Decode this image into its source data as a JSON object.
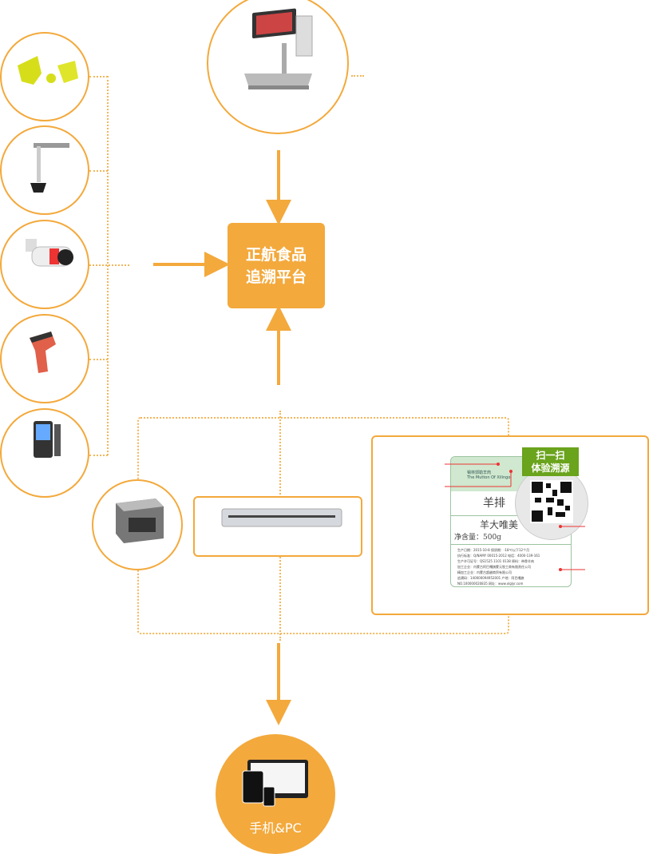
{
  "colors": {
    "accent": "#f3a93c",
    "label_green": "#6aa31c"
  },
  "platform": {
    "line1": "正航食品",
    "line2": "追溯平台"
  },
  "devices": {
    "top": {
      "icon": "weighing-scale-icon"
    },
    "left": [
      {
        "icon": "ear-tag-icon"
      },
      {
        "icon": "document-camera-icon"
      },
      {
        "icon": "surveillance-camera-icon"
      },
      {
        "icon": "barcode-scanner-icon"
      },
      {
        "icon": "handheld-terminal-icon"
      }
    ],
    "printer": {
      "icon": "label-printer-icon"
    },
    "scanner": {
      "icon": "flatbed-scanner-icon"
    }
  },
  "label": {
    "scan_banner_line1": "扫一扫",
    "scan_banner_line2": "体验溯源",
    "brand": "锡林郭勒羊肉",
    "brand_en": "The Mutton Of Xilingol",
    "product": "羊排",
    "breed": "羊大唯美",
    "net_weight": "净含量：500g",
    "details": [
      "生产日期：2015-10-8  保质期：-18℃以下12个月",
      "执行标准：Q/NAMY 00015-2012  电话：4000-139-161",
      "生产许可证号：QS1525 1101 0138  原料：带骨羊肉",
      "加工企业：内蒙古阿巴嘎旗蒙元牧工商有限责任公司",
      "精加工企业：内蒙古超越商贸有限公司",
      "追溯码：140000094952001  产地：阿巴嘎旗",
      "NO.100000020835  网址：www.xlglyr.com"
    ]
  },
  "endpoint": {
    "label": "手机&PC",
    "icon": "devices-icon"
  }
}
